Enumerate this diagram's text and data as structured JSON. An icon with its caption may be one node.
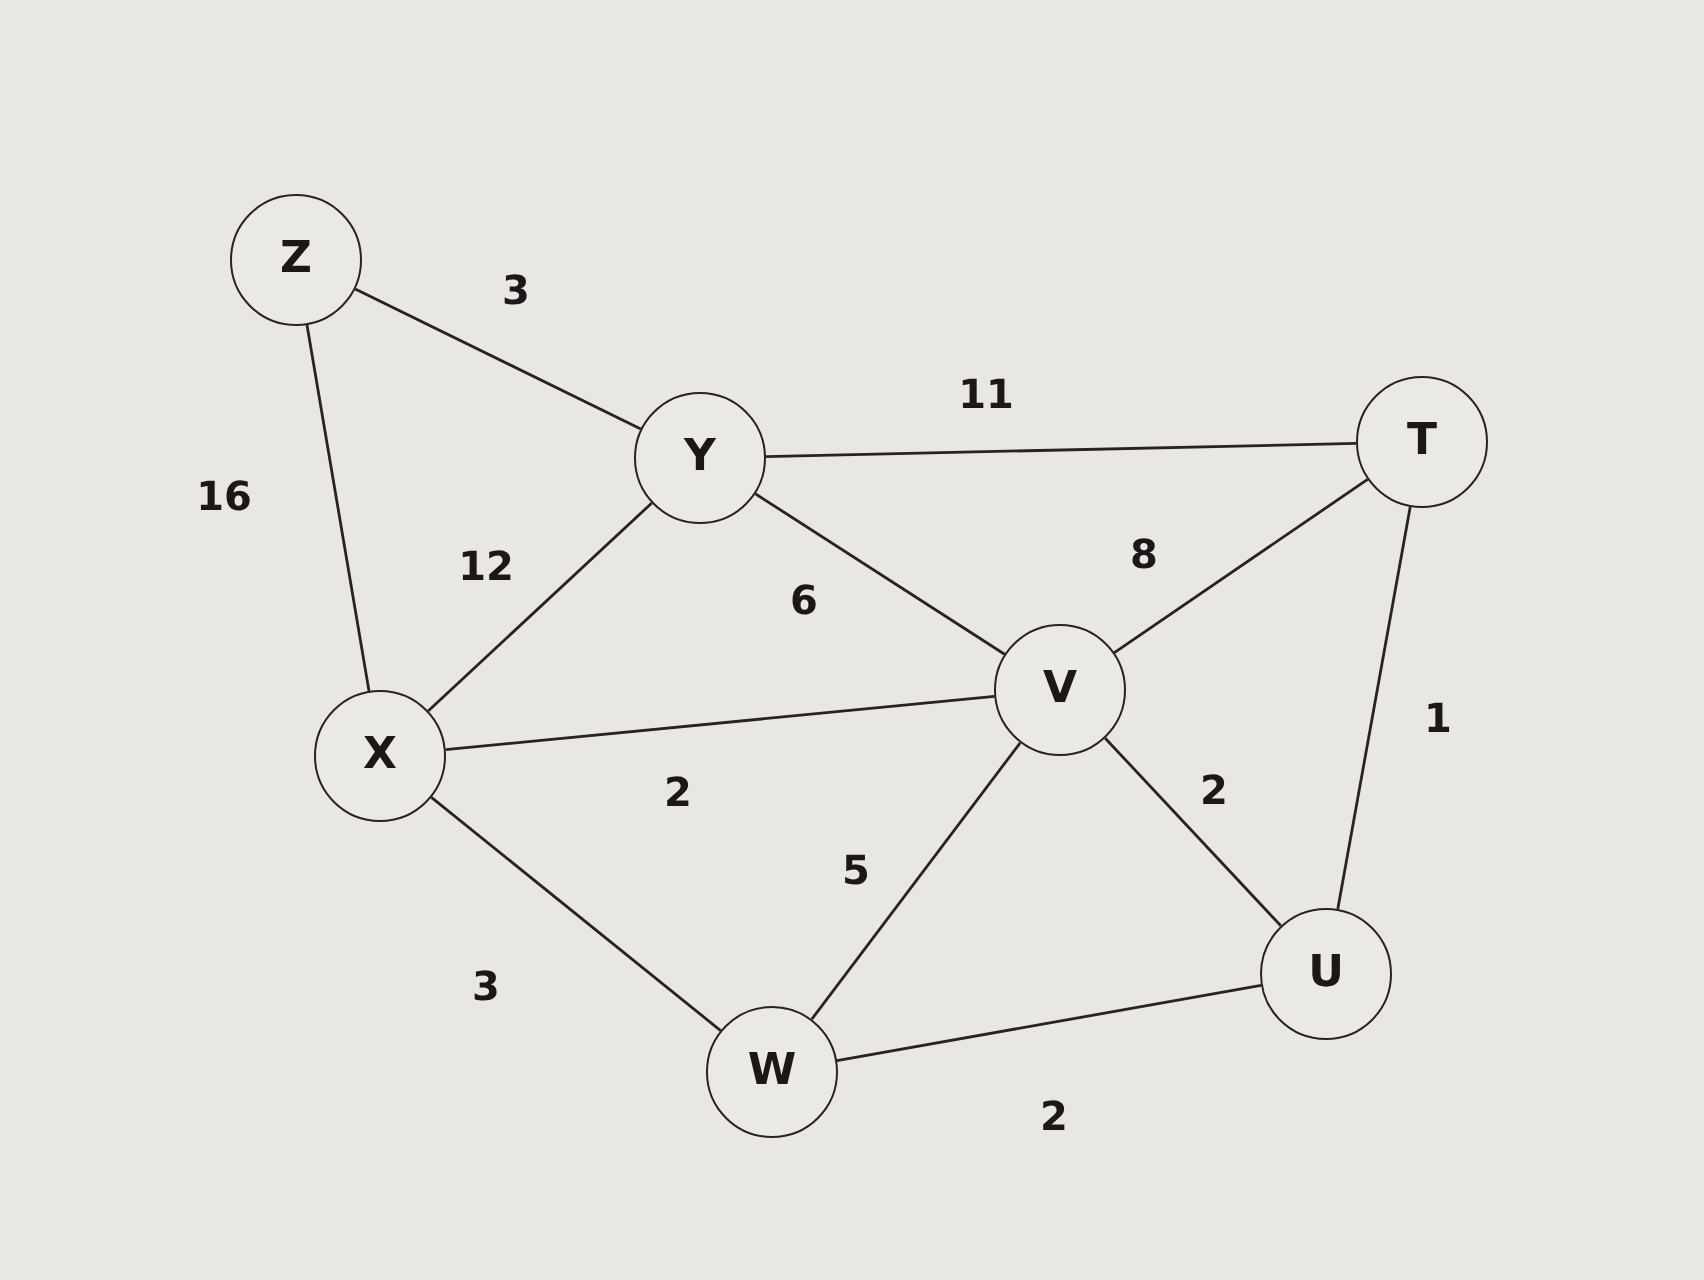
{
  "diagram": {
    "nodes": [
      {
        "text": [
          "Z"
        ]
      },
      {
        "text": [
          "Y"
        ]
      },
      {
        "text": [
          "T"
        ]
      },
      {
        "text": [
          "X"
        ]
      },
      {
        "text": [
          "V"
        ]
      },
      {
        "text": [
          "U"
        ]
      },
      {
        "text": [
          "W"
        ]
      }
    ],
    "edges": [
      {
        "from": 0,
        "to": 1,
        "arrow": "none",
        "label": "3"
      },
      {
        "from": 0,
        "to": 3,
        "arrow": "none",
        "label": "16"
      },
      {
        "from": 1,
        "to": 2,
        "arrow": "none",
        "label": "11"
      },
      {
        "from": 1,
        "to": 3,
        "arrow": "none",
        "label": "12"
      },
      {
        "from": 1,
        "to": 4,
        "arrow": "none",
        "label": "6"
      },
      {
        "from": 2,
        "to": 4,
        "arrow": "none",
        "label": "8"
      },
      {
        "from": 2,
        "to": 5,
        "arrow": "none",
        "label": "1"
      },
      {
        "from": 3,
        "to": 4,
        "arrow": "none",
        "label": "2"
      },
      {
        "from": 4,
        "to": 6,
        "arrow": "none",
        "label": "5"
      },
      {
        "from": 4,
        "to": 5,
        "arrow": "none",
        "label": "2"
      },
      {
        "from": 3,
        "to": 6,
        "arrow": "none",
        "label": "3"
      },
      {
        "from": 6,
        "to": 5,
        "arrow": "none",
        "label": "2"
      }
    ]
  }
}
